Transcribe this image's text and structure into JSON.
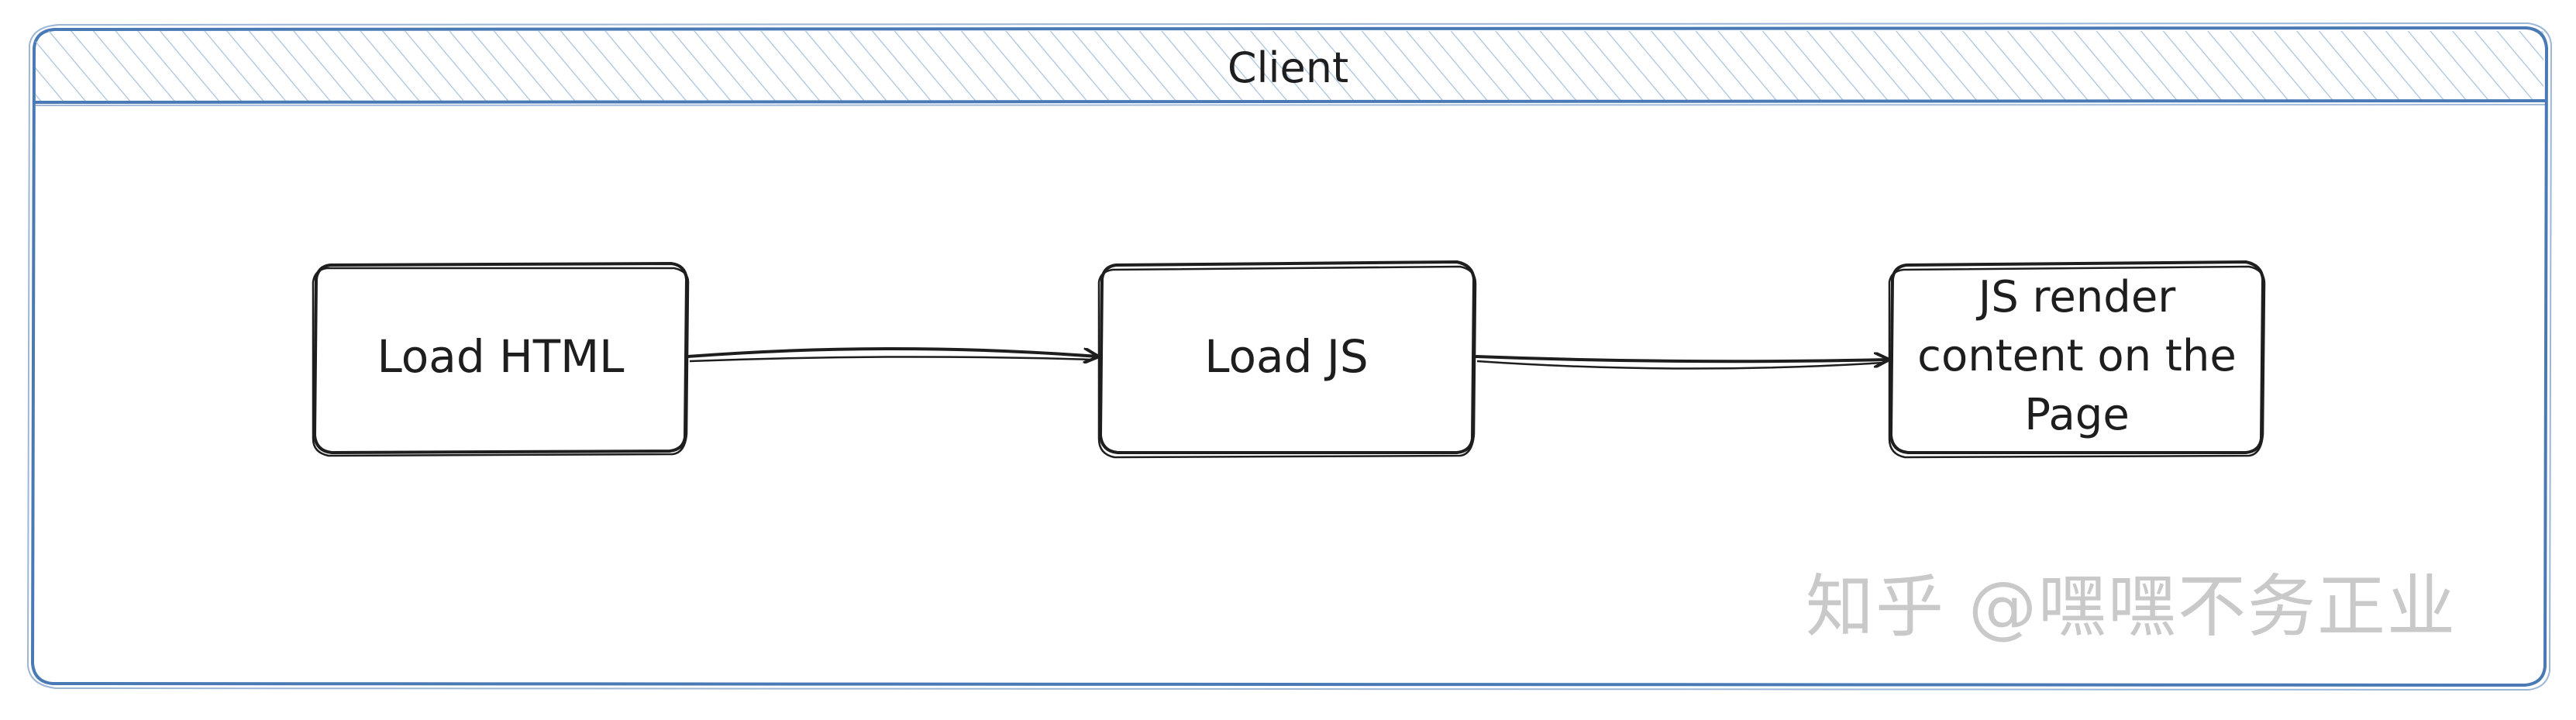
{
  "frame": {
    "title": "Client",
    "border_color": "#4a7ab5",
    "hatch_color": "#a9c2de"
  },
  "nodes": [
    {
      "id": "load-html",
      "label": "Load HTML"
    },
    {
      "id": "load-js",
      "label": "Load JS"
    },
    {
      "id": "js-render",
      "label": "JS render\ncontent on the\nPage"
    }
  ],
  "edges": [
    {
      "from": "load-html",
      "to": "load-js"
    },
    {
      "from": "load-js",
      "to": "js-render"
    }
  ],
  "watermark": "知乎 @嘿嘿不务正业",
  "colors": {
    "stroke": "#1e1e1e",
    "watermark": "#c9c9c9"
  }
}
